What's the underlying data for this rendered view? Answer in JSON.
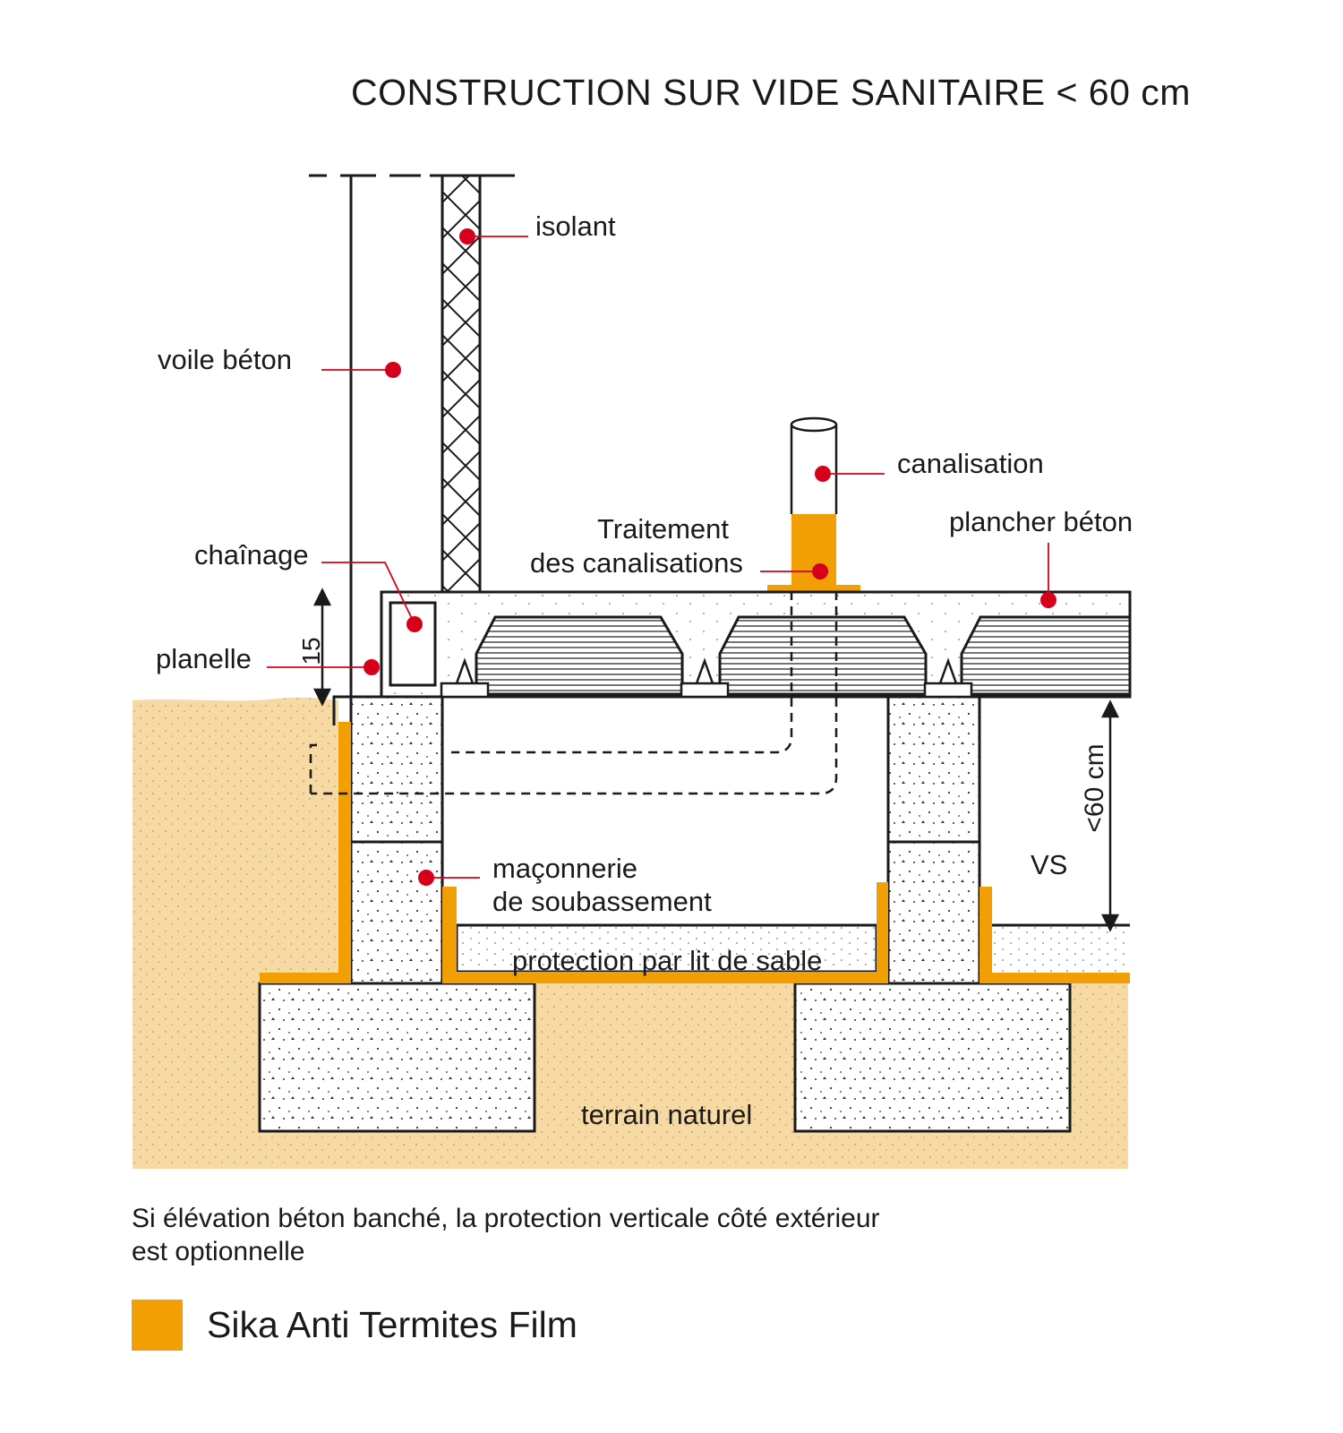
{
  "title": "CONSTRUCTION SUR VIDE SANITAIRE  < 60 cm",
  "labels": {
    "isolant": "isolant",
    "voile_beton": "voile béton",
    "canalisation": "canalisation",
    "traitement_line1": "Traitement",
    "traitement_line2": "des canalisations",
    "plancher_beton": "plancher béton",
    "chainage": "chaînage",
    "planelle": "planelle",
    "dimension_15": "15",
    "dimension_60": "<60 cm",
    "vs": "VS",
    "maconnerie_line1": "maçonnerie",
    "maconnerie_line2": "de soubassement",
    "protection": "protection par lit de sable",
    "terrain": "terrain naturel"
  },
  "note": {
    "line1": "Si élévation béton banché, la protection verticale côté extérieur",
    "line2": "est optionnelle"
  },
  "legend": {
    "label": "Sika Anti Termites Film",
    "color": "#f29f05"
  },
  "colors": {
    "film": "#f29f05",
    "soil": "#f7d9a3",
    "marker": "#d7001c",
    "line": "#1a1a1a"
  }
}
